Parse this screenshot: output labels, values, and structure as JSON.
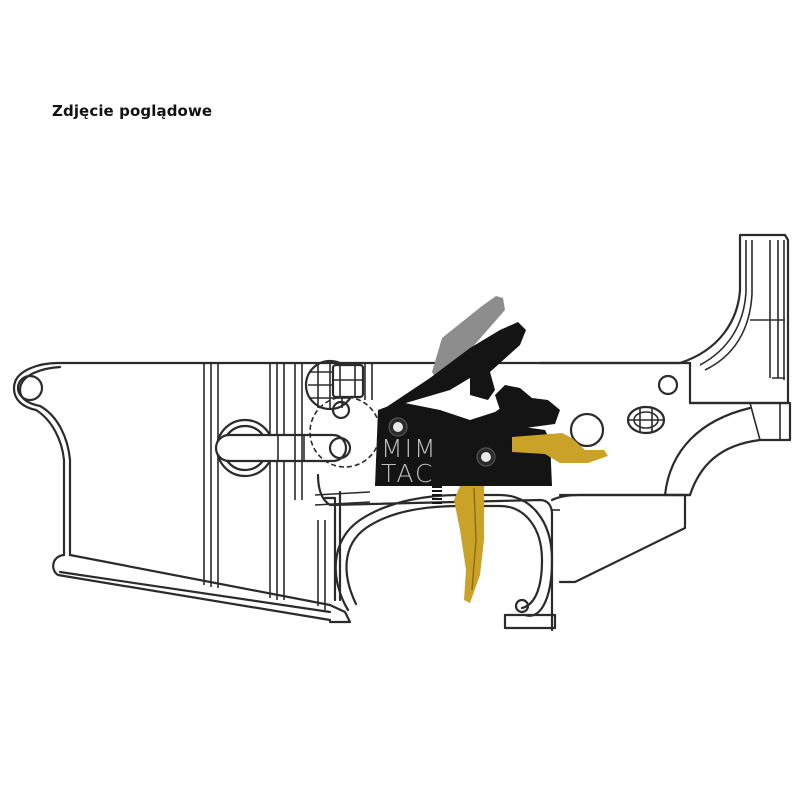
{
  "caption": "Zdjęcie poglądowe",
  "image": {
    "subject": "lower-receiver-line-drawing-with-drop-in-trigger",
    "trigger_brand": {
      "line1": "MIM",
      "line2": "TAC"
    },
    "colors": {
      "background": "#ffffff",
      "outline": "#2b2b2b",
      "trigger_housing": "#141414",
      "hammer_shadow": "#8a8a8a",
      "trigger_shoe_gold": "#c9a227",
      "logo_text": "#bfbfbf"
    }
  }
}
